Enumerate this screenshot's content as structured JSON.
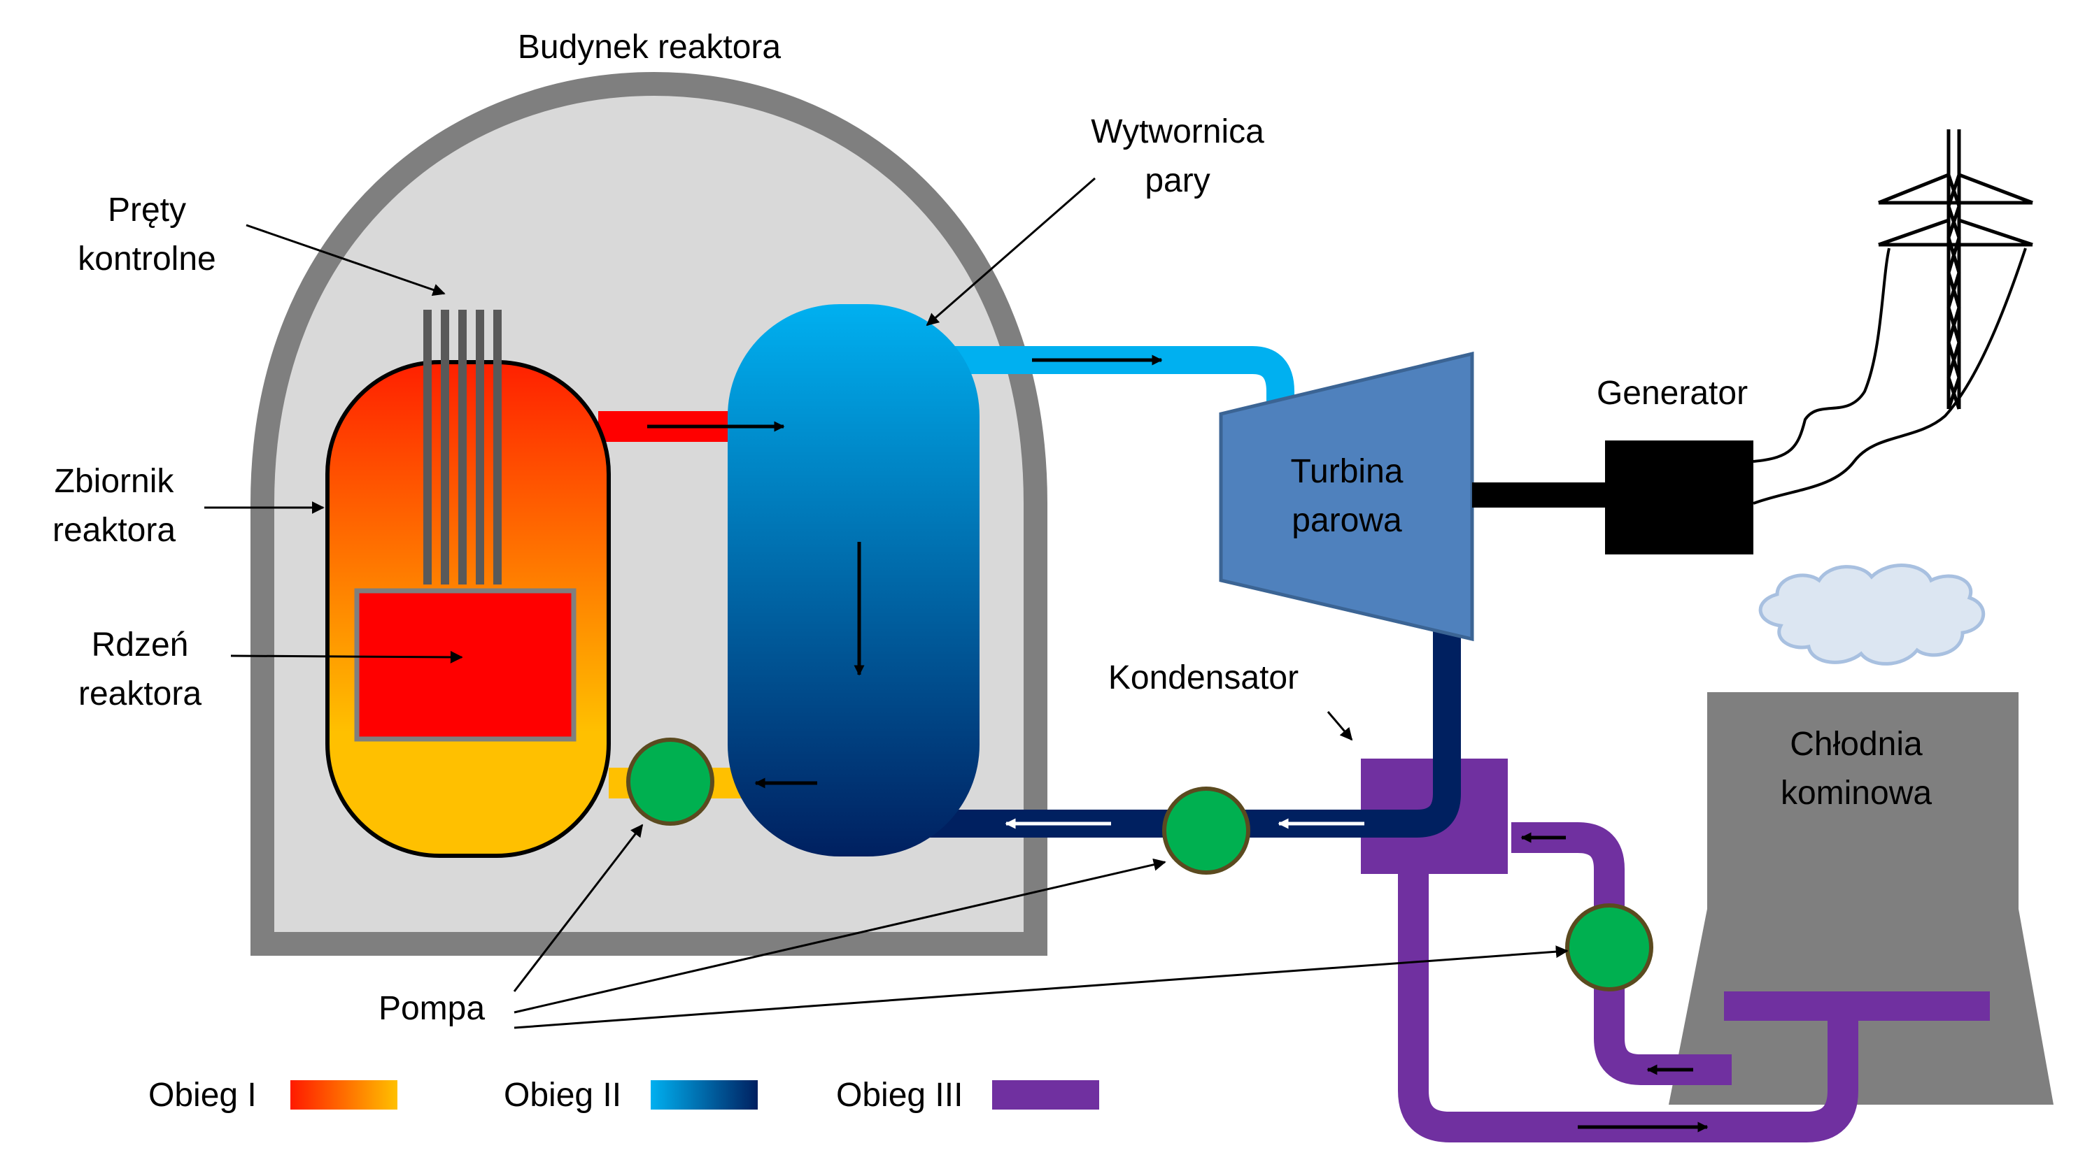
{
  "labels": {
    "reactor_building": "Budynek reaktora",
    "control_rods_line1": "Pręty",
    "control_rods_line2": "kontrolne",
    "reactor_vessel_line1": "Zbiornik",
    "reactor_vessel_line2": "reaktora",
    "core_line1": "Rdzeń",
    "core_line2": "reaktora",
    "steam_generator_line1": "Wytwornica",
    "steam_generator_line2": "pary",
    "turbine_line1": "Turbina",
    "turbine_line2": "parowa",
    "generator": "Generator",
    "condenser": "Kondensator",
    "cooling_tower_line1": "Chłodnia",
    "cooling_tower_line2": "kominowa",
    "pump": "Pompa"
  },
  "legend": [
    {
      "label": "Obieg I",
      "color_start": "#FF1A00",
      "color_end": "#FFC000"
    },
    {
      "label": "Obieg II",
      "color_start": "#00B0F0",
      "color_end": "#002060"
    },
    {
      "label": "Obieg III",
      "color_start": "#7030A0",
      "color_end": "#7030A0"
    }
  ],
  "colors": {
    "building_fill": "#D9D9D9",
    "building_stroke": "#7F7F7F",
    "primary_hot": "#FF0000",
    "primary_cold": "#FFC000",
    "secondary_light": "#00B0F0",
    "secondary_dark": "#002060",
    "tertiary": "#7030A0",
    "pump": "#00B050",
    "turbine": "#4F81BD",
    "generator": "#000000",
    "tower": "#7F7F7F",
    "cloud": "#DCE6F2"
  }
}
